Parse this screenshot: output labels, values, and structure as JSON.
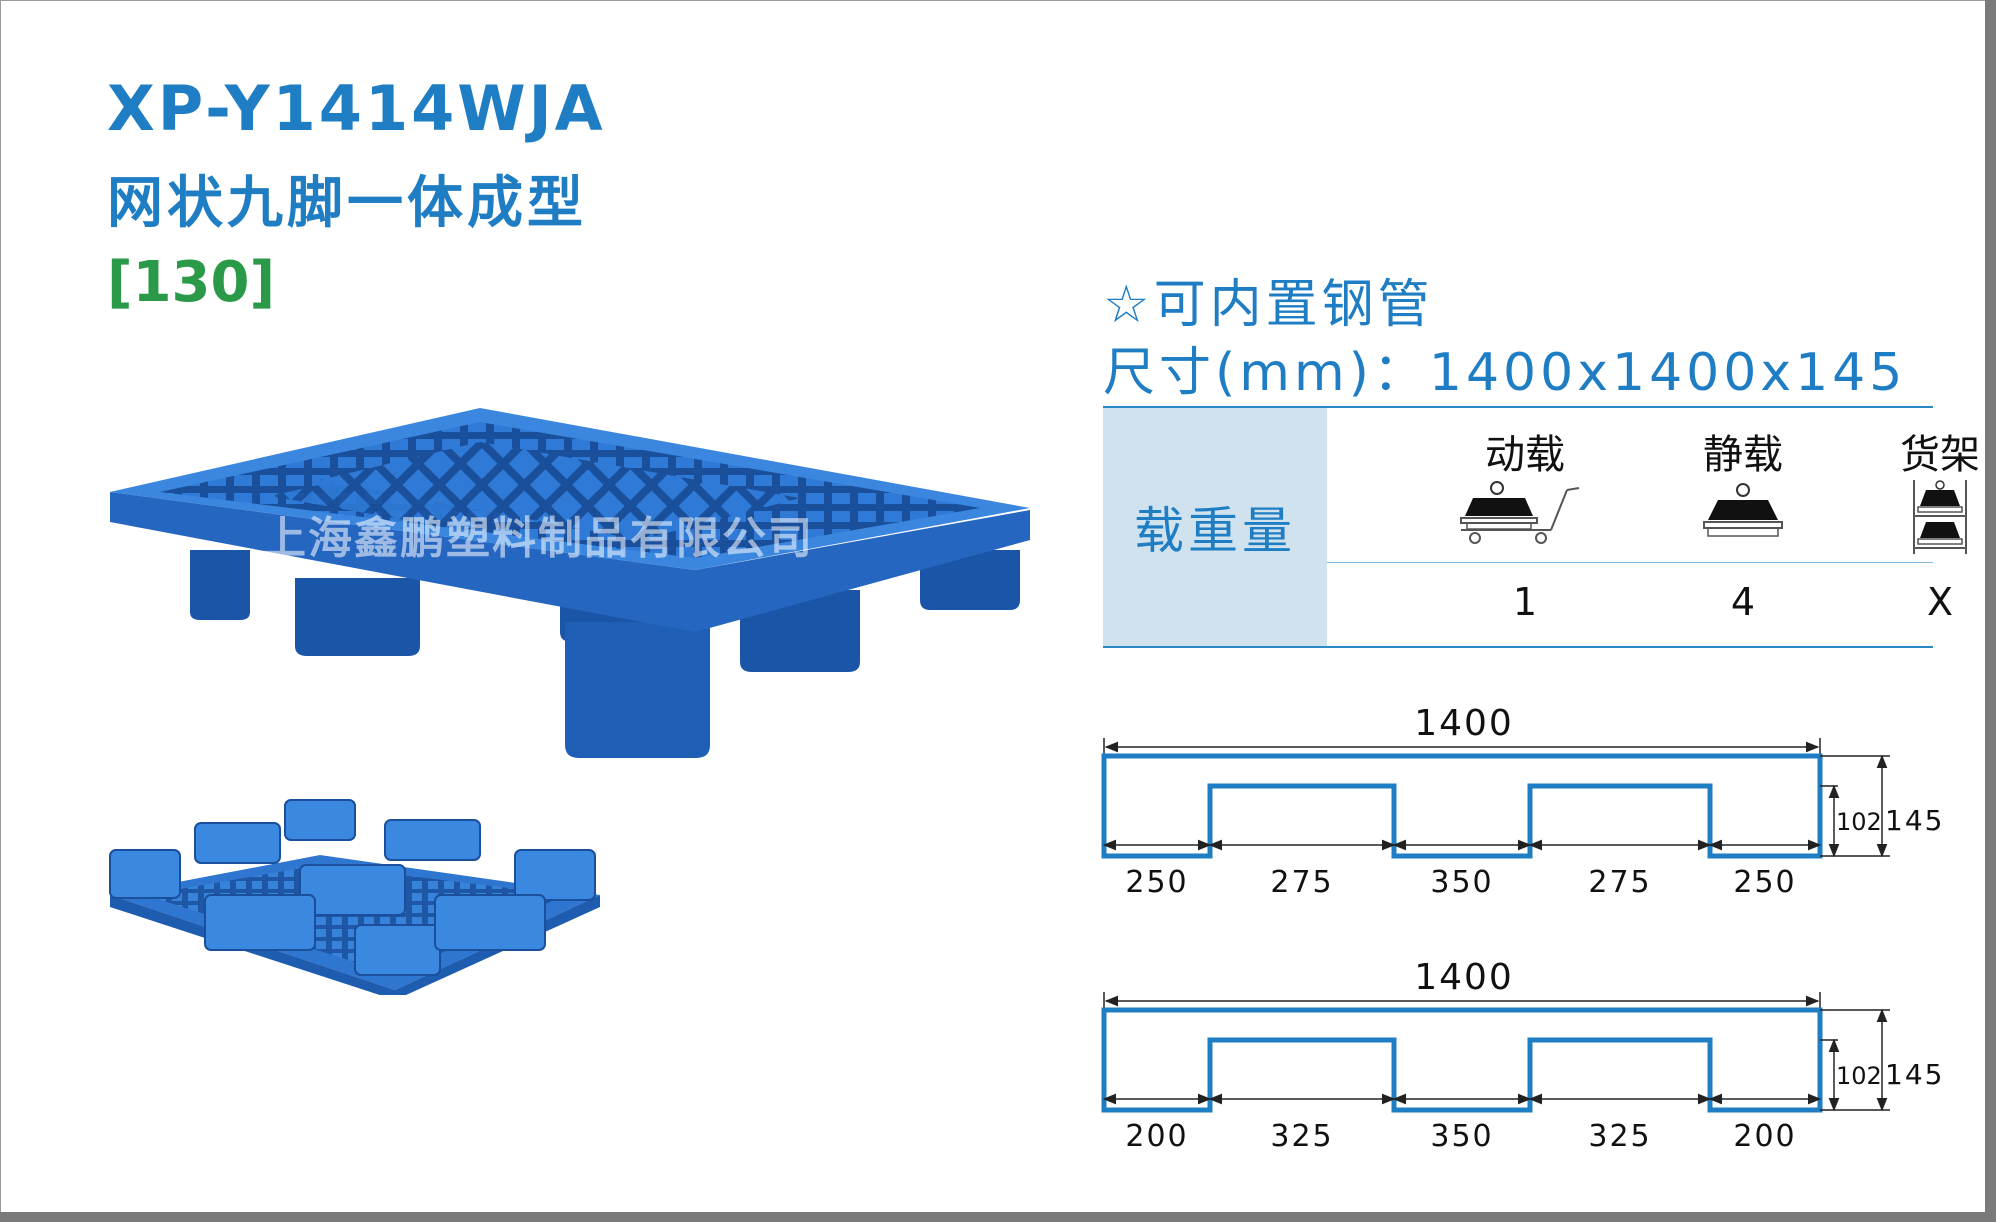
{
  "product": {
    "model": "XP-Y1414WJA",
    "subtitle": "网状九脚一体成型",
    "code": "[130]",
    "watermark": "上海鑫鹏塑料制品有限公司"
  },
  "specs": {
    "feature": "☆可内置钢管",
    "size": "尺寸(mm)：1400x1400x145"
  },
  "load_table": {
    "header": "载重量",
    "columns": [
      {
        "label": "动载",
        "value": "1",
        "icon": "dynamic-load-icon"
      },
      {
        "label": "静载",
        "value": "4",
        "icon": "static-load-icon"
      },
      {
        "label": "货架",
        "value": "X",
        "icon": "rack-load-icon"
      }
    ]
  },
  "diagrams": [
    {
      "total_width": "1400",
      "segments": [
        "250",
        "275",
        "350",
        "275",
        "250"
      ],
      "inner_height": "102",
      "total_height": "145"
    },
    {
      "total_width": "1400",
      "segments": [
        "200",
        "325",
        "350",
        "325",
        "200"
      ],
      "inner_height": "102",
      "total_height": "145"
    }
  ],
  "colors": {
    "title_blue": "#1f7dc4",
    "code_green": "#2a9a48",
    "pallet_blue": "#1e62b8",
    "table_header_bg": "#cfe2ee"
  }
}
